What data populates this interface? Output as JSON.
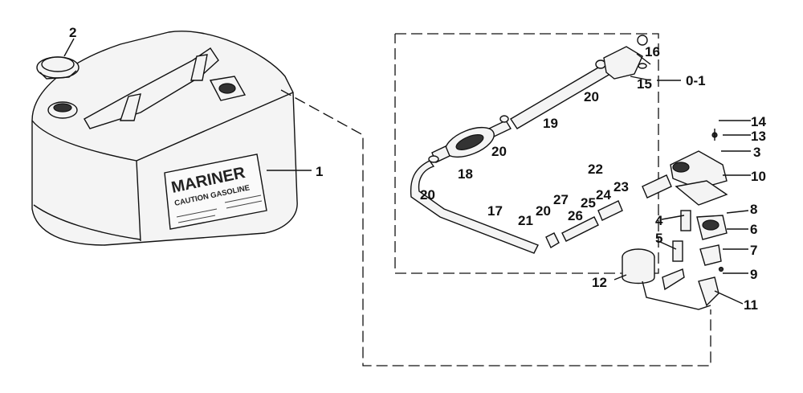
{
  "tank": {
    "brand": "MARINER",
    "caution": "CAUTION GASOLINE"
  },
  "labels": {
    "l1": "1",
    "l2": "2",
    "l3": "3",
    "l4": "4",
    "l5": "5",
    "l6": "6",
    "l7": "7",
    "l8": "8",
    "l9": "9",
    "l10": "10",
    "l11": "11",
    "l12": "12",
    "l13": "13",
    "l14": "14",
    "l15": "15",
    "l16": "16",
    "l17": "17",
    "l18": "18",
    "l19": "19",
    "l20a": "20",
    "l20b": "20",
    "l20c": "20",
    "l20d": "20",
    "l21": "21",
    "l22": "22",
    "l23": "23",
    "l24": "24",
    "l25": "25",
    "l26": "26",
    "l27": "27",
    "l01": "0-1"
  }
}
